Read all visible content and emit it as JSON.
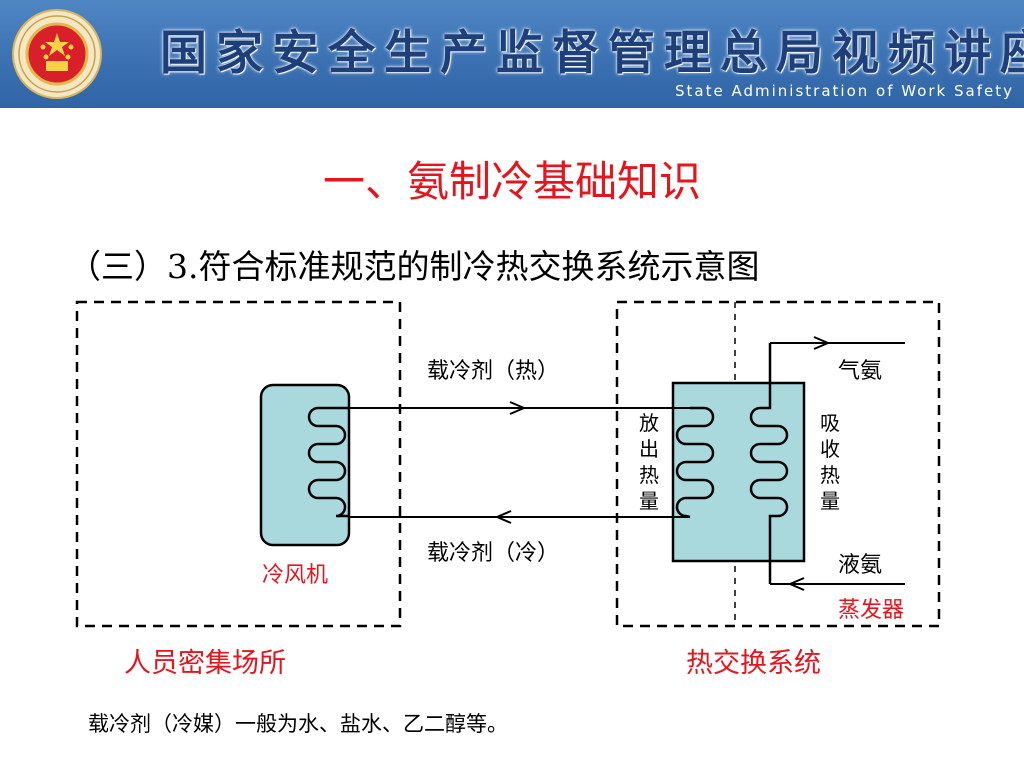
{
  "header": {
    "title": "国家安全生产监督管理总局视频讲座",
    "subtitle": "State Administration of Work Safety"
  },
  "slide": {
    "title": "一、氨制冷基础知识",
    "subtitle": "（三）3.符合标准规范的制冷热交换系统示意图",
    "footnote": "载冷剂（冷媒）一般为水、盐水、乙二醇等。"
  },
  "diagram": {
    "refrigerant_hot": "载冷剂（热）",
    "refrigerant_cold": "载冷剂（冷）",
    "air_cooler": "冷风机",
    "release_heat": [
      "放",
      "出",
      "热",
      "量"
    ],
    "absorb_heat": [
      "吸",
      "收",
      "热",
      "量"
    ],
    "gas_ammonia": "气氨",
    "liquid_ammonia": "液氨",
    "evaporator": "蒸发器",
    "personnel_area": "人员密集场所",
    "heat_exchange_system": "热交换系统"
  },
  "colors": {
    "header_bg": "#3a70b1",
    "accent_red": "#e6141c",
    "exchanger_fill": "#a9d9dc"
  }
}
